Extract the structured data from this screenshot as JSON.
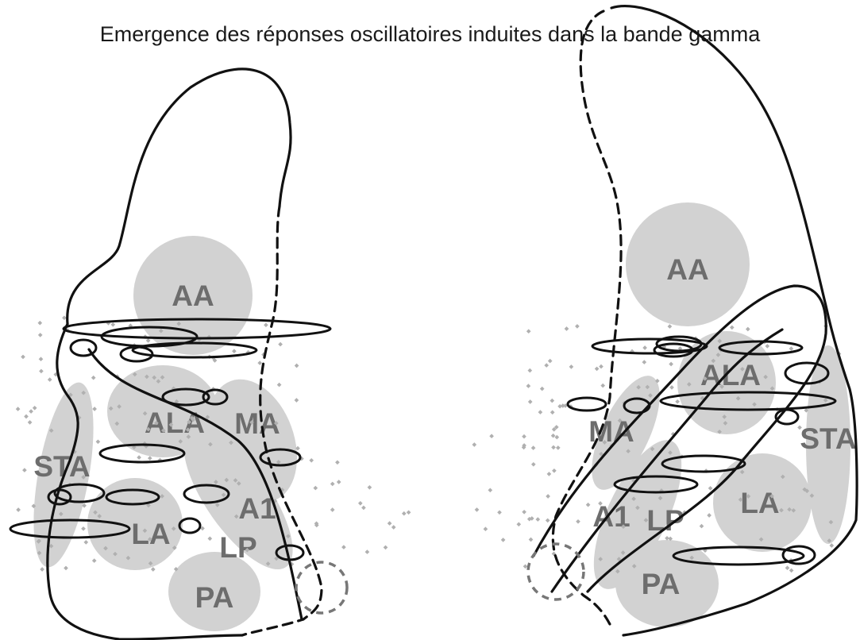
{
  "title": "Emergence des réponses oscillatoires induites dans la bande gamma",
  "left_panel": {
    "labels": {
      "AA": "AA",
      "ALA": "ALA",
      "MA": "MA",
      "STA": "STA",
      "A1": "A1",
      "LA": "LA",
      "LP": "LP",
      "PA": "PA"
    }
  },
  "right_panel": {
    "labels": {
      "AA": "AA",
      "ALA": "ALA",
      "MA": "MA",
      "STA": "STA",
      "A1": "A1",
      "LA": "LA",
      "LP": "LP",
      "PA": "PA"
    }
  },
  "colors": {
    "region_fill": "#d2d2d2",
    "region_label": "#6d6d6d",
    "outline": "#111111",
    "dashed_circle": "#777777"
  }
}
